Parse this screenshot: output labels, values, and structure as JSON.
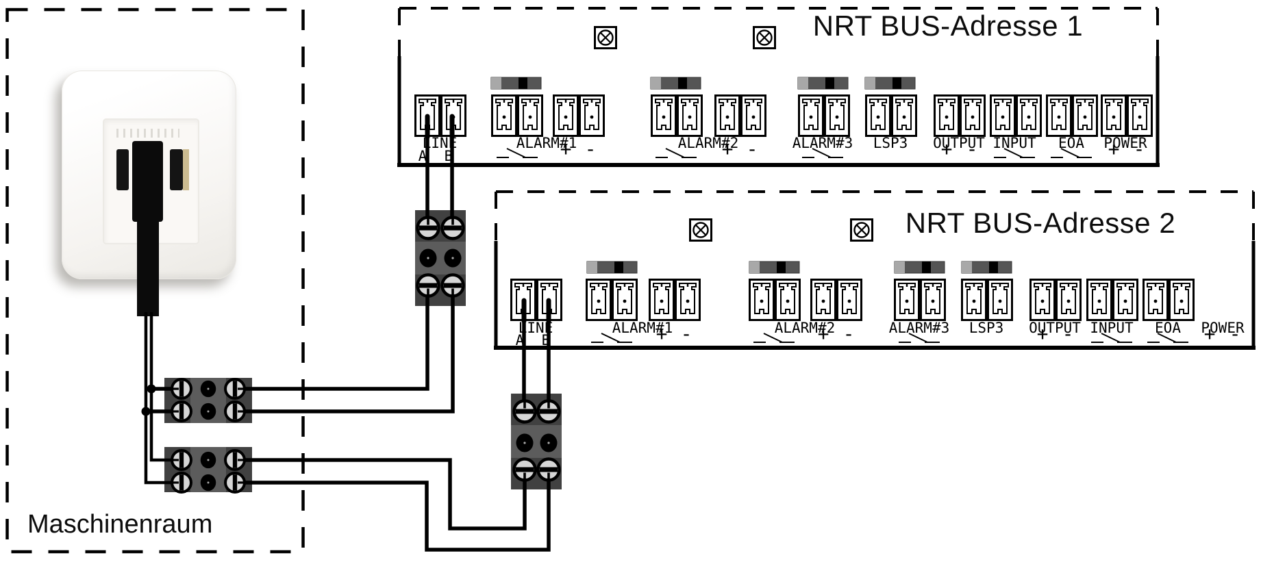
{
  "machine_room": {
    "label": "Maschinenraum"
  },
  "symbols": {
    "plus": "+",
    "minus": "-"
  },
  "colors": {
    "wire": "#000000",
    "terminal_block_dark": "#414141",
    "terminal_block_mid": "#5c5c5c",
    "screw_fill": "#d6d6d6",
    "dip_light": "#a8a8a8",
    "dip_dark": "#555555",
    "dip_knob": "#000000",
    "socket_gold": "#cbbb90"
  },
  "panels": [
    {
      "title": "NRT BUS-Adresse 1",
      "groups": [
        {
          "label": "LINE",
          "a": "A",
          "b": "B"
        },
        {
          "label": "ALARM#1"
        },
        {
          "label": "ALARM#2"
        },
        {
          "label": "ALARM#3"
        },
        {
          "label": "LSP3"
        },
        {
          "label": "OUTPUT"
        },
        {
          "label": "INPUT"
        },
        {
          "label": "EOA"
        },
        {
          "label": "POWER"
        }
      ]
    },
    {
      "title": "NRT BUS-Adresse 2",
      "groups": [
        {
          "label": "LINE",
          "a": "A",
          "b": "B"
        },
        {
          "label": "ALARM#1"
        },
        {
          "label": "ALARM#2"
        },
        {
          "label": "ALARM#3"
        },
        {
          "label": "LSP3"
        },
        {
          "label": "OUTPUT"
        },
        {
          "label": "INPUT"
        },
        {
          "label": "EOA"
        },
        {
          "label": "POWER"
        }
      ]
    }
  ]
}
